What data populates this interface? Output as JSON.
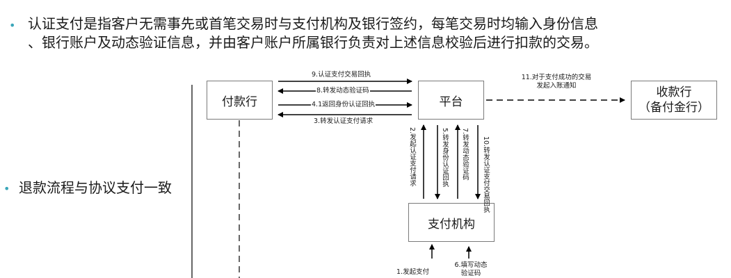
{
  "bullets": [
    {
      "line1": "认证支付是指客户无需事先或首笔交易时与支付机构及银行签约，每笔交易时均输入身份信息",
      "line2": "、银行账户及动态验证信息，并由客户账户所属银行负责对上述信息校验后进行扣款的交易。"
    },
    {
      "text": "退款流程与协议支付一致"
    }
  ],
  "colors": {
    "bullet": "#3aa6b9",
    "box_border": "#7a7a7a",
    "arrow": "#000000"
  },
  "nodes": {
    "payer_bank": "付款行",
    "platform": "平台",
    "payee_bank": "收款行",
    "payee_bank_sub": "（备付金行）",
    "payment_institution": "支付机构"
  },
  "edges": {
    "e9": "9.认证支付交易回执",
    "e8": "8.转发动态验证码",
    "e41": "4.1返回身份认证回执",
    "e3": "3.转发认证支付请求",
    "e11_line1": "11.对于支付成功的交易",
    "e11_line2": "发起入账通知",
    "e2": "2.发起认证支付请求",
    "e5": "5.转发身份认证回执",
    "e7": "7.转发动态验证码",
    "e10": "10.转发认证支付交易回执",
    "e1": "1.发起支付",
    "e6_line1": "6.填写动态",
    "e6_line2": "验证码"
  }
}
